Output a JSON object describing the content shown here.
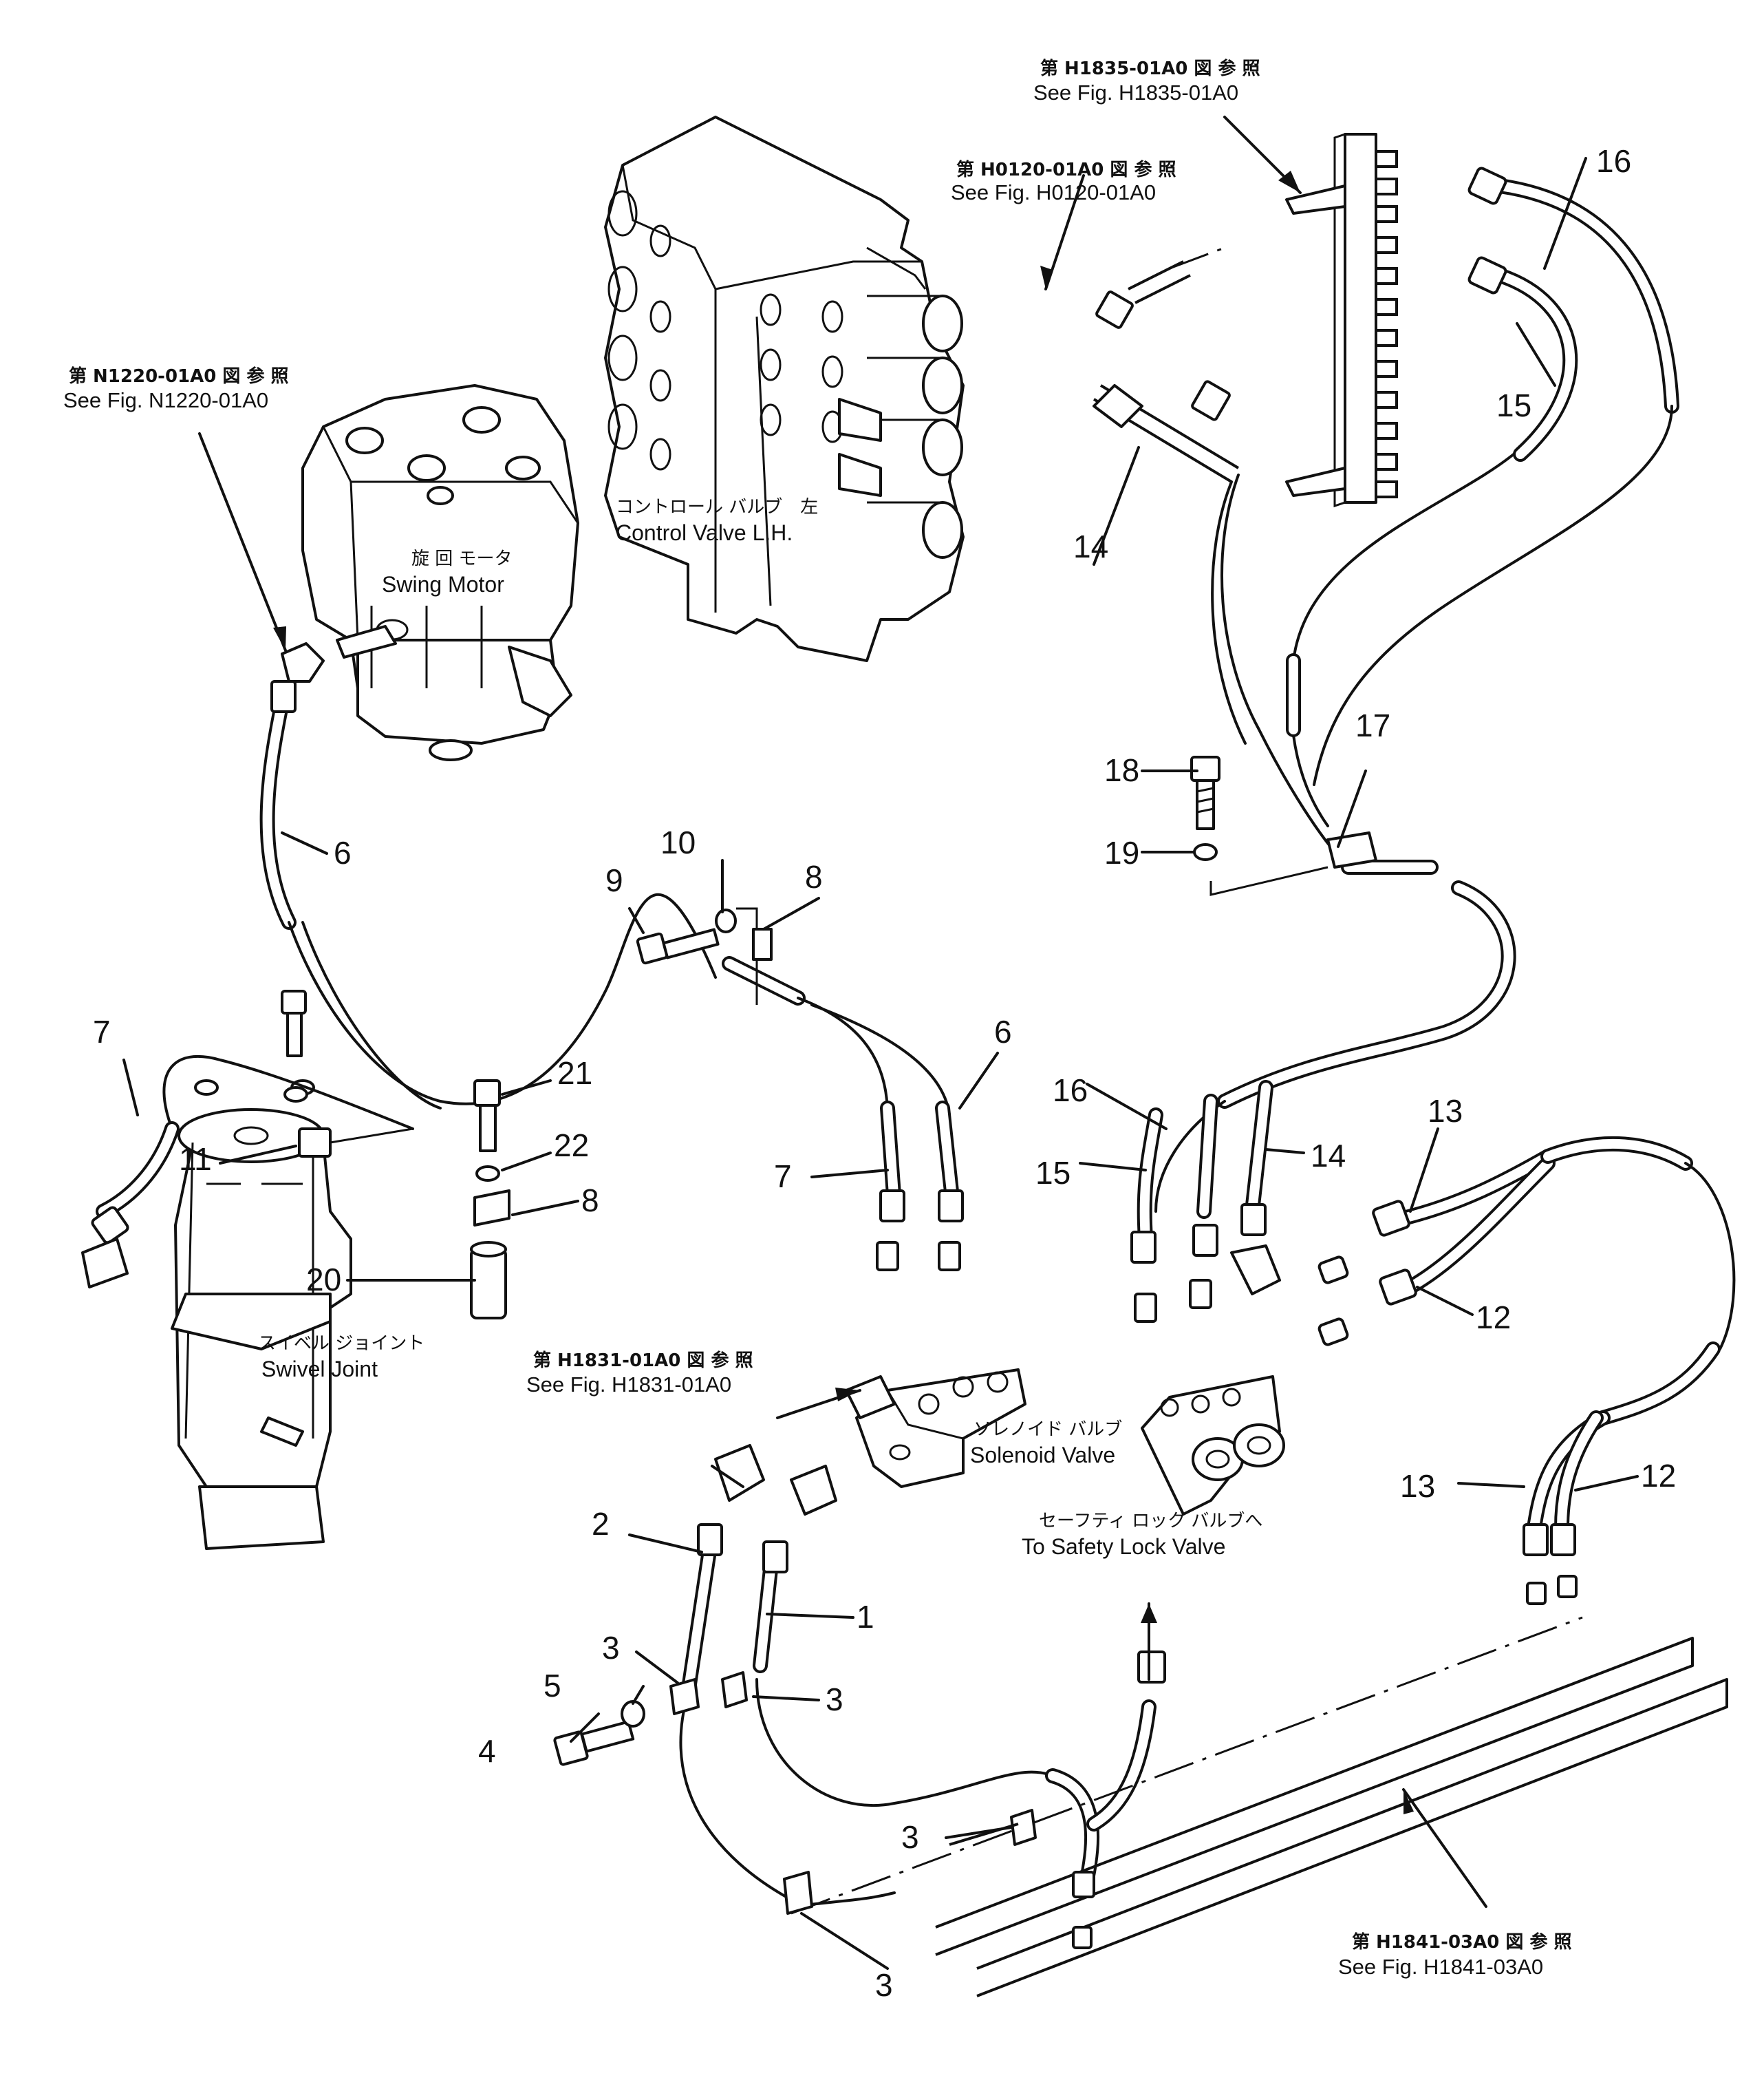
{
  "references": [
    {
      "id": "ref-h1835",
      "jp": "第 H1835-01A0 図 参 照",
      "en": "See Fig. H1835-01A0"
    },
    {
      "id": "ref-h0120",
      "jp": "第 H0120-01A0 図 参 照",
      "en": "See Fig. H0120-01A0"
    },
    {
      "id": "ref-n1220",
      "jp": "第 N1220-01A0 図 参 照",
      "en": "See Fig. N1220-01A0"
    },
    {
      "id": "ref-h1831",
      "jp": "第 H1831-01A0 図 参 照",
      "en": "See Fig. H1831-01A0"
    },
    {
      "id": "ref-h1841",
      "jp": "第 H1841-03A0 図 参 照",
      "en": "See Fig. H1841-03A0"
    }
  ],
  "components": [
    {
      "id": "control-valve",
      "jp": "コントロール バルブ　左",
      "en": "Control Valve L.H."
    },
    {
      "id": "swing-motor",
      "jp": "旋 回 モータ",
      "en": "Swing Motor"
    },
    {
      "id": "swivel-joint",
      "jp": "スイベル ジョイント",
      "en": "Swivel Joint"
    },
    {
      "id": "solenoid-valve",
      "jp": "ソレノイド バルブ",
      "en": "Solenoid Valve"
    },
    {
      "id": "safety-lock",
      "jp": "セーフティ ロック バルブへ",
      "en": "To Safety Lock Valve"
    }
  ],
  "part_numbers": [
    "16",
    "15",
    "14",
    "17",
    "18",
    "19",
    "6",
    "10",
    "9",
    "8",
    "7",
    "21",
    "11",
    "22",
    "20",
    "6",
    "16",
    "15",
    "14",
    "13",
    "7",
    "8",
    "12",
    "2",
    "1",
    "3",
    "5",
    "4",
    "3",
    "3",
    "13",
    "12",
    "3"
  ]
}
